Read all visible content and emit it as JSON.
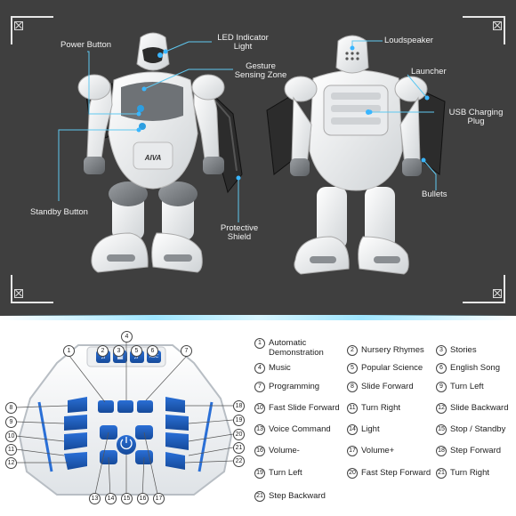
{
  "callouts": {
    "power": "Power Button",
    "led": "LED Indicator\nLight",
    "gesture": "Gesture\nSensing Zone",
    "standby": "Standby Button",
    "shield": "Protective\nShield",
    "speaker": "Loudspeaker",
    "launcher": "Launcher",
    "usb": "USB Charging\nPlug",
    "bullets": "Bullets"
  },
  "remote": {
    "chest_logo": "AIVA",
    "top_buttons": [
      "♫",
      "▦",
      "♬",
      "ABC"
    ],
    "numbers": [
      "1",
      "2",
      "3",
      "4",
      "5",
      "6",
      "7",
      "8",
      "9",
      "10",
      "11",
      "12",
      "13",
      "14",
      "15",
      "16",
      "17",
      "18",
      "19",
      "20",
      "21",
      "22"
    ]
  },
  "legend": [
    {
      "num": "1",
      "text": "Automatic\nDemonstration"
    },
    {
      "num": "2",
      "text": "Nursery Rhymes"
    },
    {
      "num": "3",
      "text": "Stories"
    },
    {
      "num": "4",
      "text": "Music"
    },
    {
      "num": "5",
      "text": "Popular Science"
    },
    {
      "num": "6",
      "text": "English Song"
    },
    {
      "num": "7",
      "text": "Programming"
    },
    {
      "num": "8",
      "text": "Slide Forward"
    },
    {
      "num": "9",
      "text": "Turn Left"
    },
    {
      "num": "10",
      "text": "Fast Slide Forward"
    },
    {
      "num": "11",
      "text": "Turn Right"
    },
    {
      "num": "12",
      "text": "Slide Backward"
    },
    {
      "num": "13",
      "text": "Voice Command"
    },
    {
      "num": "14",
      "text": "Light"
    },
    {
      "num": "15",
      "text": "Stop / Standby"
    },
    {
      "num": "16",
      "text": "Volume-"
    },
    {
      "num": "17",
      "text": "Volume+"
    },
    {
      "num": "18",
      "text": "Step Forward"
    },
    {
      "num": "19",
      "text": "Turn Left"
    },
    {
      "num": "20",
      "text": "Fast Step Forward"
    },
    {
      "num": "21",
      "text": "Turn Right"
    },
    {
      "num": "21",
      "text": "Step Backward"
    }
  ],
  "colors": {
    "panel": "#3f3f3f",
    "accent": "#1f5fbf",
    "glow": "#9fe6ff"
  }
}
